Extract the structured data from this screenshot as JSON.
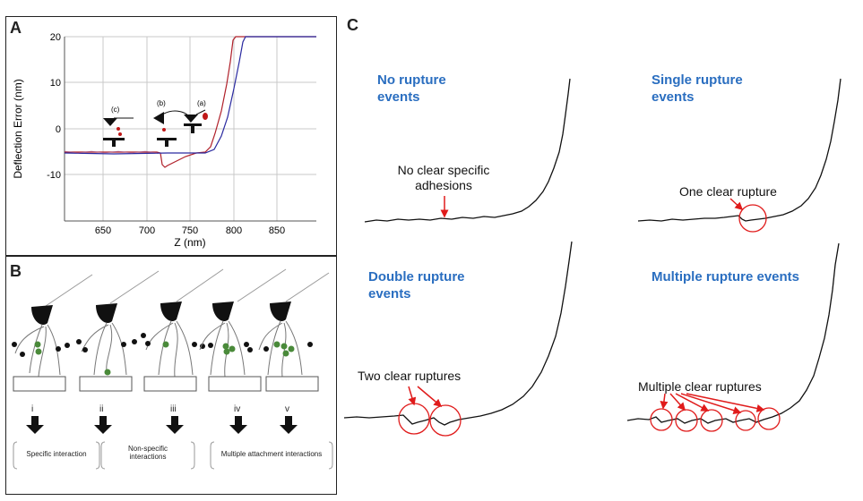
{
  "panel_a": {
    "label": "A",
    "y_axis_label": "Deflection Error (nm)",
    "x_axis_label": "Z (nm)",
    "y_ticks": [
      "20",
      "10",
      "0",
      "-10"
    ],
    "x_ticks": [
      "650",
      "700",
      "750",
      "800",
      "850"
    ],
    "tip_labels": [
      "(c)",
      "(b)",
      "(a)"
    ]
  },
  "panel_b": {
    "label": "B",
    "romans": [
      "i",
      "ii",
      "iii",
      "iv",
      "v"
    ],
    "groups": [
      "Specific interaction",
      "Non-specific interactions",
      "Multiple attachment interactions"
    ]
  },
  "panel_c": {
    "label": "C",
    "no_rupture_title": "No rupture events",
    "no_rupture_note": "No clear specific adhesions",
    "single_title": "Single rupture events",
    "single_note": "One clear rupture",
    "double_title": "Double rupture events",
    "double_note": "Two clear ruptures",
    "multiple_title": "Multiple rupture events",
    "multiple_note": "Multiple clear ruptures"
  },
  "colors": {
    "approach": "#b0202a",
    "retract": "#2a2aa0",
    "heading": "#2a6ec0",
    "annotation": "#e01b1b"
  }
}
